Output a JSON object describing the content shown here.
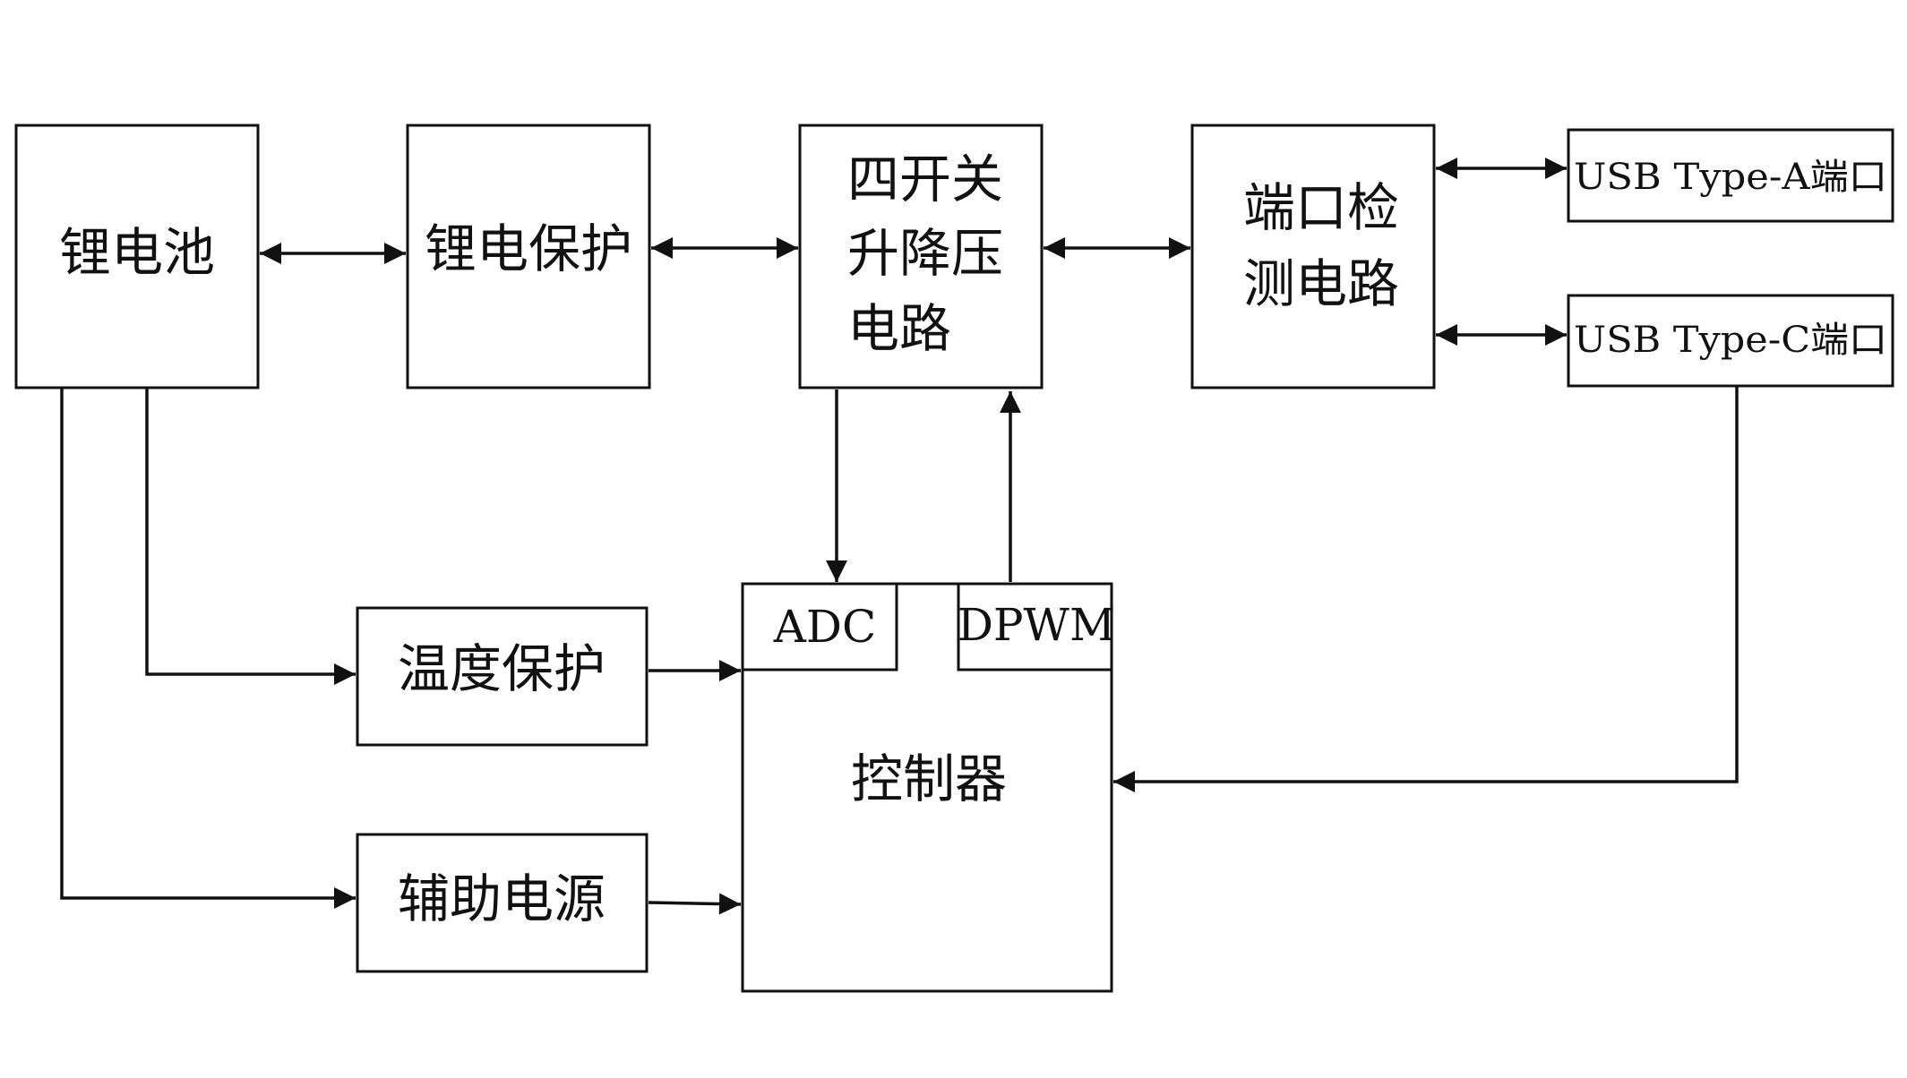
{
  "blocks": {
    "battery": {
      "label": "锂电池"
    },
    "battery_protection": {
      "label": "锂电保护"
    },
    "buck_boost": {
      "lines": [
        "四开关",
        "升降压",
        "电路"
      ]
    },
    "port_detection": {
      "lines": [
        "端口检",
        "测电路"
      ]
    },
    "usb_a": {
      "label": "USB Type-A端口"
    },
    "usb_c": {
      "label": "USB Type-C端口"
    },
    "temperature_protection": {
      "label": "温度保护"
    },
    "auxiliary_power": {
      "label": "辅助电源"
    },
    "controller": {
      "label": "控制器",
      "adc": "ADC",
      "dpwm": "DPWM"
    }
  },
  "connections": [
    {
      "from": "battery",
      "to": "battery_protection",
      "direction": "bidirectional"
    },
    {
      "from": "battery_protection",
      "to": "buck_boost",
      "direction": "bidirectional"
    },
    {
      "from": "buck_boost",
      "to": "port_detection",
      "direction": "bidirectional"
    },
    {
      "from": "port_detection",
      "to": "usb_a",
      "direction": "bidirectional"
    },
    {
      "from": "port_detection",
      "to": "usb_c",
      "direction": "bidirectional"
    },
    {
      "from": "buck_boost",
      "to": "controller.adc",
      "direction": "forward"
    },
    {
      "from": "controller.dpwm",
      "to": "buck_boost",
      "direction": "forward"
    },
    {
      "from": "battery",
      "to": "temperature_protection",
      "direction": "forward"
    },
    {
      "from": "battery",
      "to": "auxiliary_power",
      "direction": "forward"
    },
    {
      "from": "temperature_protection",
      "to": "controller",
      "direction": "forward"
    },
    {
      "from": "auxiliary_power",
      "to": "controller",
      "direction": "forward"
    },
    {
      "from": "usb_c",
      "to": "controller",
      "direction": "forward"
    }
  ]
}
